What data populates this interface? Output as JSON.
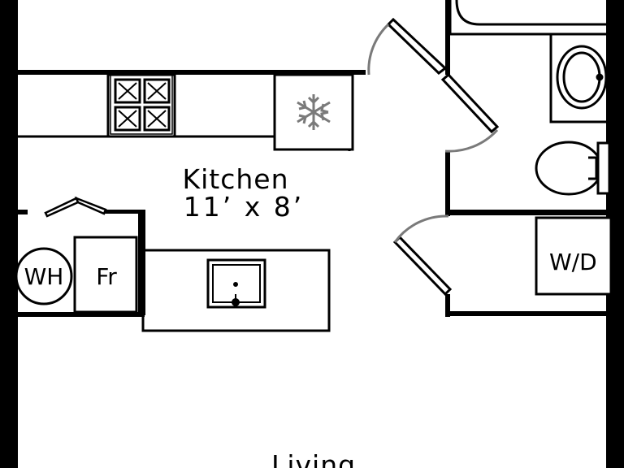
{
  "rooms": {
    "kitchen": {
      "name": "Kitchen",
      "dimensions": "11’ x 8’"
    },
    "living": {
      "name": "Living"
    }
  },
  "fixtures": {
    "water_heater": "WH",
    "fridge": "Fr",
    "washer_dryer": "W/D"
  },
  "colors": {
    "wall": "#000000",
    "door_swing": "#7a7a7a",
    "background": "#ffffff"
  }
}
